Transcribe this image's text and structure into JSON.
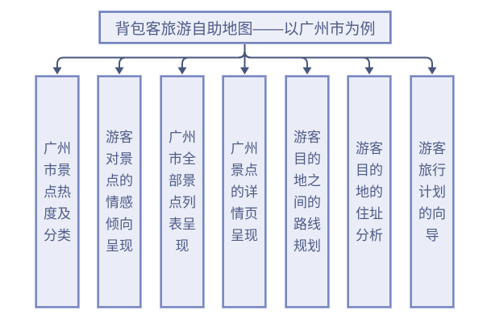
{
  "diagram": {
    "title": "背包客旅游自助地图——以广州市为例",
    "branches": [
      {
        "label": "广州市景点热度及分类"
      },
      {
        "label": "游客对景点的情感倾向呈现"
      },
      {
        "label": "广州市全部景点列表呈现"
      },
      {
        "label": "广州景点的详情页呈现"
      },
      {
        "label": "游客目的地之间的路线规划"
      },
      {
        "label": "游客目的地的住址分析"
      },
      {
        "label": "游客旅行计划的向导"
      }
    ],
    "colors": {
      "background": "#ffffff",
      "box_fill": "#eaedf7",
      "box_border": "#7988c1",
      "box_border_light": "#aab3da",
      "connector": "#46567c",
      "text": "#4f5b88"
    }
  }
}
